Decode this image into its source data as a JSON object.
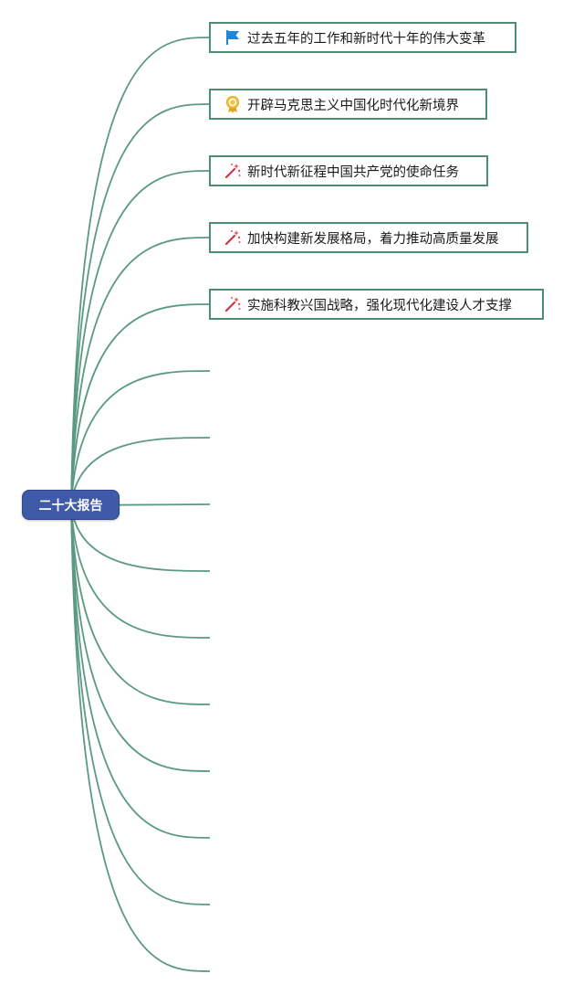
{
  "root": {
    "label": "二十大报告"
  },
  "colors": {
    "edge": "#5b9a80",
    "node_border": "#4d8e70",
    "root_fill": "#3f5aa8"
  },
  "branches": [
    {
      "label": "过去五年的工作和新时代十年的伟大变革",
      "icon": "flag-icon"
    },
    {
      "label": "开辟马克思主义中国化时代化新境界",
      "icon": "award-medal-icon"
    },
    {
      "label": "新时代新征程中国共产党的使命任务",
      "icon": "magic-wand-icon"
    },
    {
      "label": "加快构建新发展格局，着力推动高质量发展",
      "icon": "magic-wand-icon"
    },
    {
      "label": "实施科教兴国战略，强化现代化建设人才支撑",
      "icon": "magic-wand-icon"
    },
    {
      "label": ""
    },
    {
      "label": ""
    },
    {
      "label": ""
    },
    {
      "label": ""
    },
    {
      "label": ""
    },
    {
      "label": ""
    },
    {
      "label": ""
    },
    {
      "label": ""
    },
    {
      "label": ""
    },
    {
      "label": ""
    }
  ]
}
